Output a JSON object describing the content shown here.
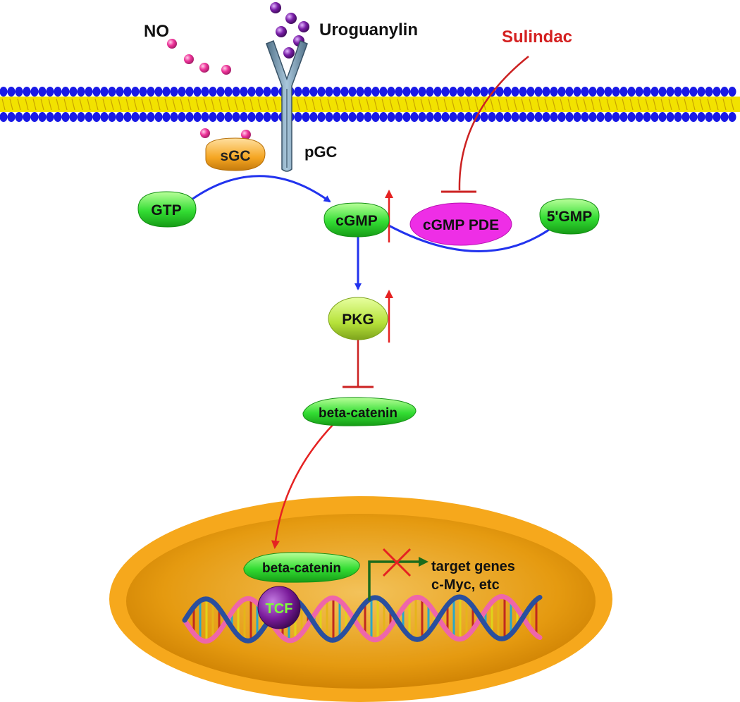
{
  "labels": {
    "no": "NO",
    "uroguanylin": "Uroguanylin",
    "sulindac": "Sulindac",
    "sgc": "sGC",
    "pgc": "pGC",
    "gtp": "GTP",
    "cgmp": "cGMP",
    "cgmp_pde": "cGMP PDE",
    "five_gmp": "5'GMP",
    "pkg": "PKG",
    "beta_catenin_cyto": "beta-catenin",
    "beta_catenin_nuc": "beta-catenin",
    "tcf": "TCF",
    "target_genes_1": "target genes",
    "target_genes_2": "c-Myc, etc"
  },
  "colors": {
    "membrane_head": "#1a1ae6",
    "membrane_tail": "#f2e200",
    "activation_blue": "#2233ee",
    "inhibition_red": "#cc2222",
    "sulindac_text": "#d42020",
    "node_green": "#33dd33",
    "pkg_green": "#b6e23a",
    "sgc_orange": "#f5a623",
    "pde_magenta": "#ee2ee6",
    "nucleus_outer": "#f6a81c",
    "nucleus_inner": "#e59a10",
    "tcf_purple": "#7a1b9a",
    "tcf_text": "#7dff3a",
    "no_dots": "#ee3399",
    "uroguanylin_dots": "#7a1fa8",
    "gene_arrow": "#1b6b1b"
  }
}
